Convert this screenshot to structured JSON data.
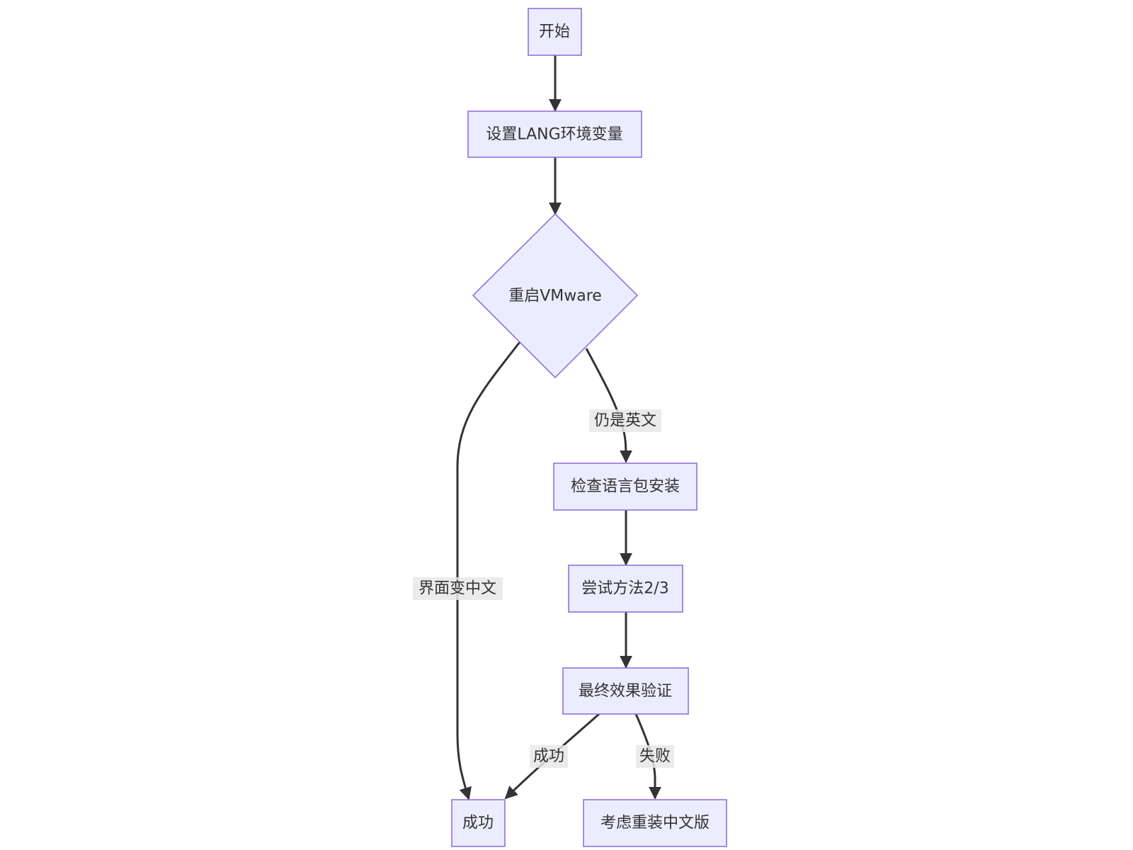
{
  "nodes": {
    "start": "开始",
    "set_lang": "设置LANG环境变量",
    "restart": "重启VMware",
    "check_pack": "检查语言包安装",
    "try_methods": "尝试方法2/3",
    "verify": "最终效果验证",
    "success": "成功",
    "reinstall": "考虑重装中文版"
  },
  "edge_labels": {
    "still_english": "仍是英文",
    "ui_chinese": "界面变中文",
    "success": "成功",
    "failure": "失败"
  },
  "colors": {
    "node_fill": "#ececff",
    "node_stroke": "#9370db",
    "edge": "#333333",
    "label_bg": "#e8e8e8"
  }
}
